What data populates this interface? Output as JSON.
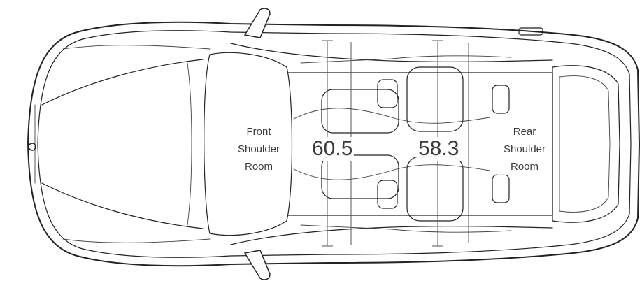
{
  "front": {
    "label_lines": [
      "Front",
      "Shoulder",
      "Room"
    ],
    "value": "60.5"
  },
  "rear": {
    "label_lines": [
      "Rear",
      "Shoulder",
      "Room"
    ],
    "value": "58.3"
  }
}
